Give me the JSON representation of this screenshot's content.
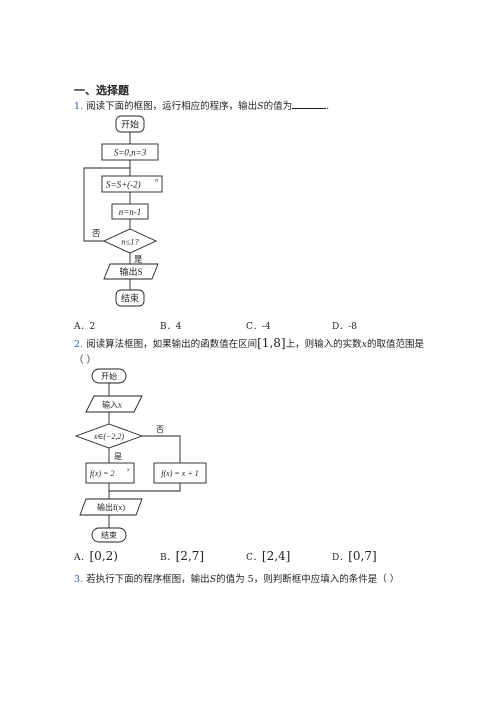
{
  "heading": "一、选择题",
  "q1": {
    "num": "1.",
    "text": "阅读下面的框图，运行相应的程序，输出",
    "var": "S",
    "text2": "的值为",
    "end": ".",
    "flow": {
      "start": "开始",
      "init": "S=0,n=3",
      "update": "S=S+(-2)",
      "update_exp": "n",
      "dec": "n=n-1",
      "cond": "n≤1?",
      "no": "否",
      "yes": "是",
      "output": "输出S",
      "end": "结束"
    },
    "options": [
      "A．2",
      "B．4",
      "C．-4",
      "D．-8"
    ]
  },
  "q2": {
    "num": "2.",
    "line1a": "阅读算法框图，如果输出的函数值在区间",
    "interval": "[1,8]",
    "line1b": "上，则输入的实数",
    "xvar": "x",
    "line1c": "的取值范围是",
    "line2": "（    ）",
    "flow": {
      "start": "开始",
      "input": "输入x",
      "cond": "x∈(−2,2)",
      "no": "否",
      "yes": "是",
      "left": "f(x) = 2",
      "left_exp": "x",
      "right": "f(x) = x + 1",
      "output": "输出f(x)",
      "end": "结束"
    },
    "options": [
      {
        "label": "A．",
        "value": "[0,2)"
      },
      {
        "label": "B．",
        "value": "[2,7]"
      },
      {
        "label": "C．",
        "value": "[2,4]"
      },
      {
        "label": "D．",
        "value": "[0,7]"
      }
    ]
  },
  "q3": {
    "num": "3.",
    "text": "若执行下面的程序框图，输出",
    "var": "S",
    "text2": "的值为 5，则判断框中应填入的条件是（       ）"
  }
}
